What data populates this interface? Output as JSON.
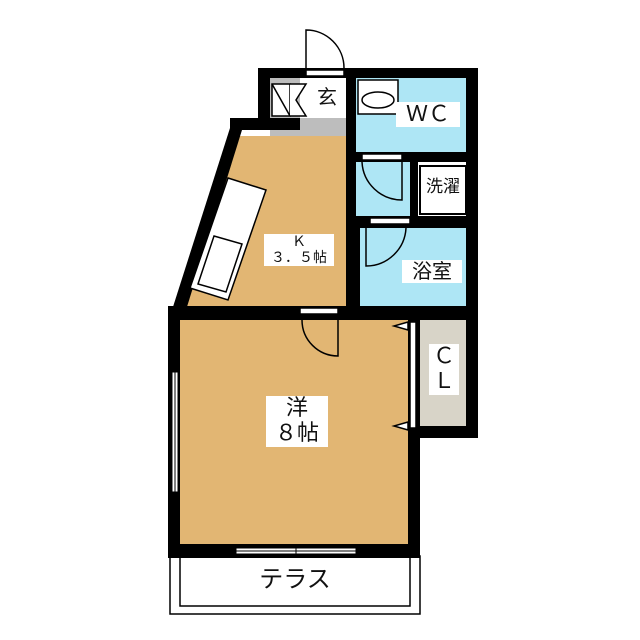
{
  "colors": {
    "wall": "#000000",
    "floor_wood": "#e2b673",
    "wet_area": "#aee6f5",
    "entrance": "#bdbdbd",
    "closet": "#d8d4c8",
    "background": "#ffffff"
  },
  "rooms": {
    "entrance": {
      "label": "玄"
    },
    "wc": {
      "label": "ＷＣ"
    },
    "laundry": {
      "label": "洗濯"
    },
    "bath": {
      "label": "浴室"
    },
    "kitchen": {
      "label_line1": "Ｋ",
      "label_line2": "３．５帖"
    },
    "western": {
      "label_line1": "洋",
      "label_line2": "８帖"
    },
    "closet": {
      "label_line1": "Ｃ",
      "label_line2": "Ｌ"
    },
    "terrace": {
      "label": "テラス"
    }
  }
}
